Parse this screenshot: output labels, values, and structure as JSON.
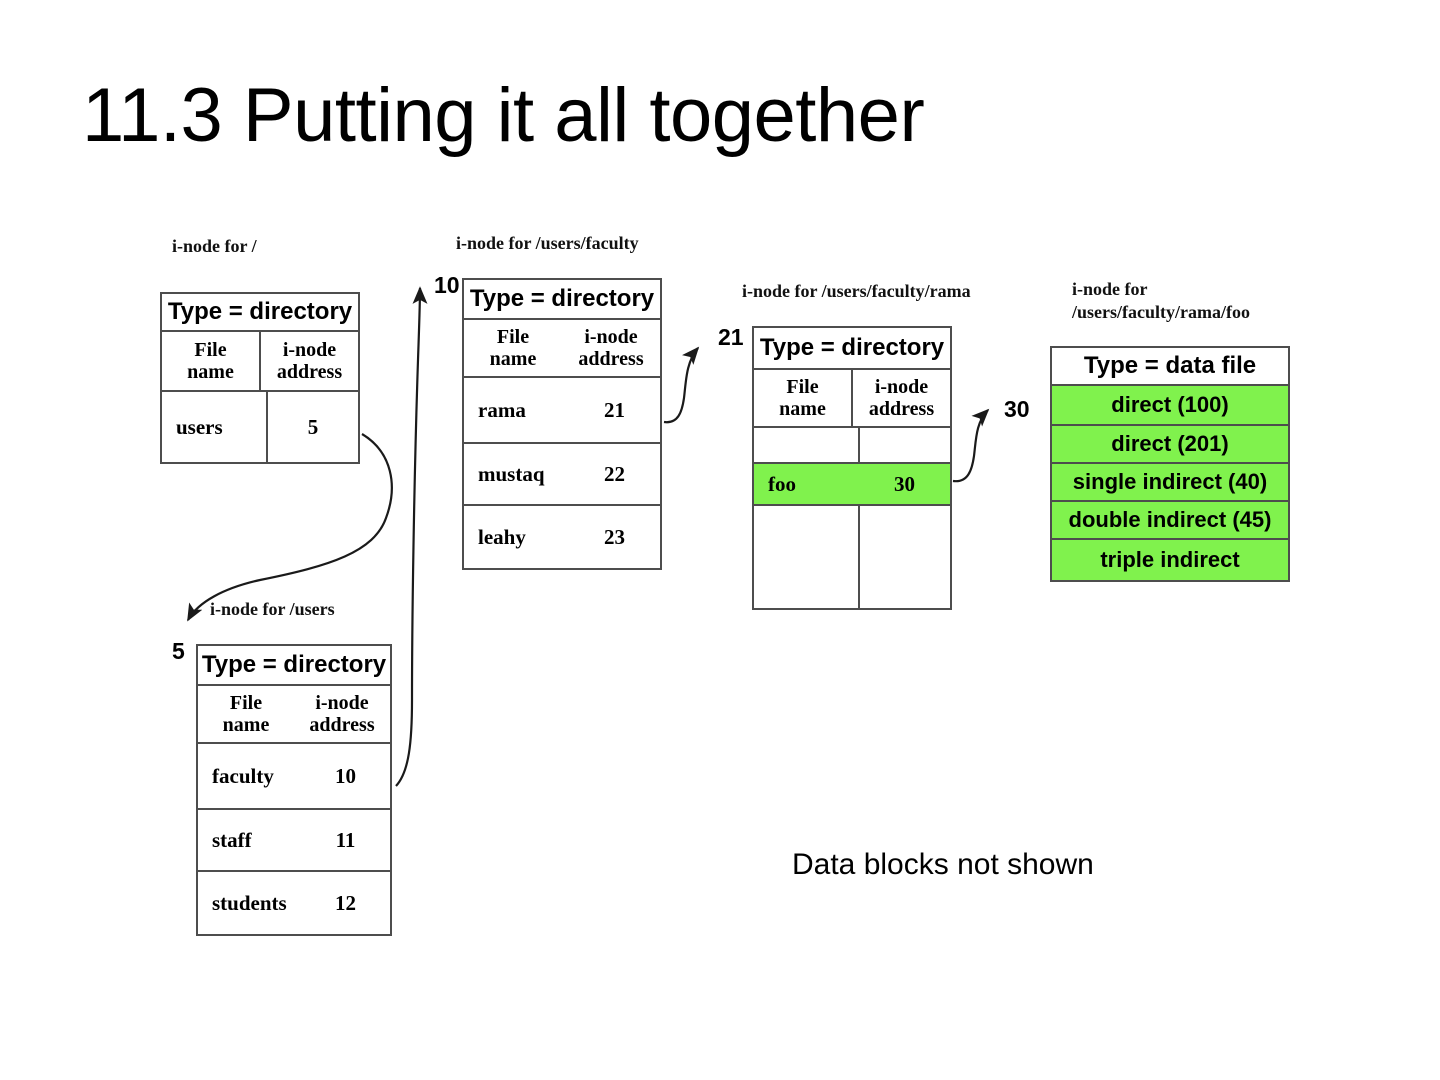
{
  "slide": {
    "title": "11.3 Putting it all together",
    "footnote": "Data blocks not shown"
  },
  "colors": {
    "highlight_green": "#80f24d",
    "border": "#4d4d4d",
    "text": "#000000",
    "background": "#ffffff"
  },
  "columns": {
    "file_name": "File\nname",
    "inode_address": "i-node\naddress"
  },
  "nodes": {
    "root": {
      "caption": "i-node for /",
      "type_label": "Type = directory",
      "entries": [
        {
          "name": "users",
          "address": "5"
        }
      ]
    },
    "users": {
      "caption": "i-node for /users",
      "address_label": "5",
      "type_label": "Type = directory",
      "entries": [
        {
          "name": "faculty",
          "address": "10"
        },
        {
          "name": "staff",
          "address": "11"
        },
        {
          "name": "students",
          "address": "12"
        }
      ]
    },
    "faculty": {
      "caption": "i-node for /users/faculty",
      "address_label": "10",
      "type_label": "Type = directory",
      "entries": [
        {
          "name": "rama",
          "address": "21"
        },
        {
          "name": "mustaq",
          "address": "22"
        },
        {
          "name": "leahy",
          "address": "23"
        }
      ]
    },
    "rama": {
      "caption": "i-node for /users/faculty/rama",
      "address_label": "21",
      "type_label": "Type = directory",
      "entries": [
        {
          "name": "",
          "address": ""
        },
        {
          "name": "foo",
          "address": "30",
          "highlighted": true
        },
        {
          "name": "",
          "address": ""
        }
      ]
    },
    "foo": {
      "caption": "i-node for\n/users/faculty/rama/foo",
      "address_label": "30",
      "type_label": "Type = data file",
      "blocks": [
        "direct (100)",
        "direct (201)",
        "single indirect (40)",
        "double indirect (45)",
        "triple indirect"
      ]
    }
  }
}
